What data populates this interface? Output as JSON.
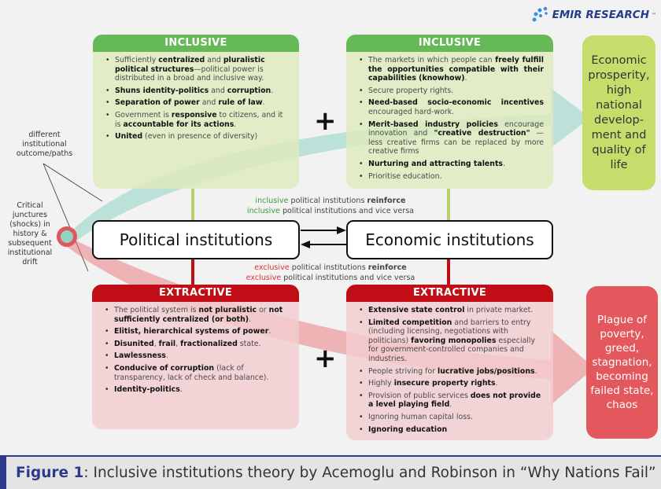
{
  "logo": {
    "text": "EMIR RESEARCH",
    "tm": "™"
  },
  "colors": {
    "inclusive": "#65b957",
    "extractive": "#c00d16",
    "prosperity": "#c7dd6b",
    "plague": "#e3585d",
    "footer_accent": "#2e3a8c"
  },
  "left_notes": {
    "paths": "different institutional outcome/paths",
    "junctures": "Critical junctures (shocks) in history & subsequent institutional drift"
  },
  "political_inclusive": {
    "header": "INCLUSIVE",
    "items": [
      [
        {
          "t": "Sufficiently "
        },
        {
          "t": "centralized",
          "b": true
        },
        {
          "t": " and "
        },
        {
          "t": "pluralistic political structures",
          "b": true
        },
        {
          "t": "—political power is distributed in a broad and inclusive way."
        }
      ],
      [
        {
          "t": "Shuns identity-politics",
          "b": true
        },
        {
          "t": " and "
        },
        {
          "t": "corruption",
          "b": true
        },
        {
          "t": "."
        }
      ],
      [
        {
          "t": "Separation of power",
          "b": true
        },
        {
          "t": " and "
        },
        {
          "t": "rule of law",
          "b": true
        },
        {
          "t": "."
        }
      ],
      [
        {
          "t": "Government is "
        },
        {
          "t": "responsive",
          "b": true
        },
        {
          "t": " to citizens, and it is "
        },
        {
          "t": "accountable for its actions",
          "b": true
        },
        {
          "t": "."
        }
      ],
      [
        {
          "t": "United",
          "b": true
        },
        {
          "t": " (even in presence of diversity)"
        }
      ]
    ]
  },
  "economic_inclusive": {
    "header": "INCLUSIVE",
    "items": [
      [
        {
          "t": "The markets in which people can "
        },
        {
          "t": "freely fulfill the opportunities compatible with their capabilities (knowhow)",
          "b": true
        },
        {
          "t": "."
        }
      ],
      [
        {
          "t": "Secure property rights."
        }
      ],
      [
        {
          "t": "Need-based socio-economic incentives",
          "b": true
        },
        {
          "t": " encouraged hard-work."
        }
      ],
      [
        {
          "t": "Merit-based industry policies",
          "b": true
        },
        {
          "t": " encourage innovation and "
        },
        {
          "t": "\"creative destruction\"",
          "b": true
        },
        {
          "t": " — less creative firms can be replaced by more creative firms"
        }
      ],
      [
        {
          "t": "Nurturing and attracting talents",
          "b": true
        },
        {
          "t": "."
        }
      ],
      [
        {
          "t": "Prioritise education."
        }
      ]
    ]
  },
  "political_extractive": {
    "header": "EXTRACTIVE",
    "items": [
      [
        {
          "t": "The political system is "
        },
        {
          "t": "not pluralistic",
          "b": true
        },
        {
          "t": " or "
        },
        {
          "t": "not sufficiently centralized (or both)",
          "b": true
        },
        {
          "t": "."
        }
      ],
      [
        {
          "t": "Elitist, hierarchical systems of power",
          "b": true
        },
        {
          "t": "."
        }
      ],
      [
        {
          "t": "Disunited",
          "b": true
        },
        {
          "t": ", "
        },
        {
          "t": "frail",
          "b": true
        },
        {
          "t": ", "
        },
        {
          "t": "fractionalized",
          "b": true
        },
        {
          "t": " state."
        }
      ],
      [
        {
          "t": "Lawlessness",
          "b": true
        },
        {
          "t": "."
        }
      ],
      [
        {
          "t": "Conducive of corruption",
          "b": true
        },
        {
          "t": " (lack of transparency, lack of check and balance)."
        }
      ],
      [
        {
          "t": "Identity-politics",
          "b": true
        },
        {
          "t": "."
        }
      ]
    ]
  },
  "economic_extractive": {
    "header": "EXTRACTIVE",
    "items": [
      [
        {
          "t": "Extensive state control",
          "b": true
        },
        {
          "t": " in private market."
        }
      ],
      [
        {
          "t": "Limited competition",
          "b": true
        },
        {
          "t": " and barriers to entry (including licensing, negotiations with politicians) "
        },
        {
          "t": "favoring monopolies",
          "b": true
        },
        {
          "t": " especially for government-controlled companies and industries."
        }
      ],
      [
        {
          "t": "People striving for "
        },
        {
          "t": "lucrative jobs/positions",
          "b": true
        },
        {
          "t": "."
        }
      ],
      [
        {
          "t": "Highly "
        },
        {
          "t": "insecure property rights",
          "b": true
        },
        {
          "t": "."
        }
      ],
      [
        {
          "t": "Provision of public services "
        },
        {
          "t": "does not provide a level playing field",
          "b": true
        },
        {
          "t": "."
        }
      ],
      [
        {
          "t": "Ignoring human capital loss."
        }
      ],
      [
        {
          "t": "Ignoring education",
          "b": true
        }
      ]
    ]
  },
  "institutions": {
    "political": "Political institutions",
    "economic": "Economic institutions"
  },
  "plus": "+",
  "inclusive_link": {
    "line1": [
      {
        "t": "inclusive",
        "c": "g"
      },
      {
        "t": " political institutions "
      },
      {
        "t": "reinforce",
        "b": true
      }
    ],
    "line2": [
      {
        "t": "inclusive",
        "c": "g"
      },
      {
        "t": " political institutions and vice versa"
      }
    ]
  },
  "extractive_link": {
    "line1": [
      {
        "t": "exclusive",
        "c": "r"
      },
      {
        "t": " political institutions "
      },
      {
        "t": "reinforce",
        "b": true
      }
    ],
    "line2": [
      {
        "t": "exclusive",
        "c": "r"
      },
      {
        "t": " political institutions and vice versa"
      }
    ]
  },
  "outcomes": {
    "prosperity": "Economic prosperity, high national develop-ment and quality of life",
    "plague": "Plague of poverty, greed, stagnation, becoming failed state, chaos"
  },
  "footer": {
    "label": "Figure 1",
    "caption": ": Inclusive institutions theory by Acemoglu and Robinson in “Why Nations Fail”"
  }
}
